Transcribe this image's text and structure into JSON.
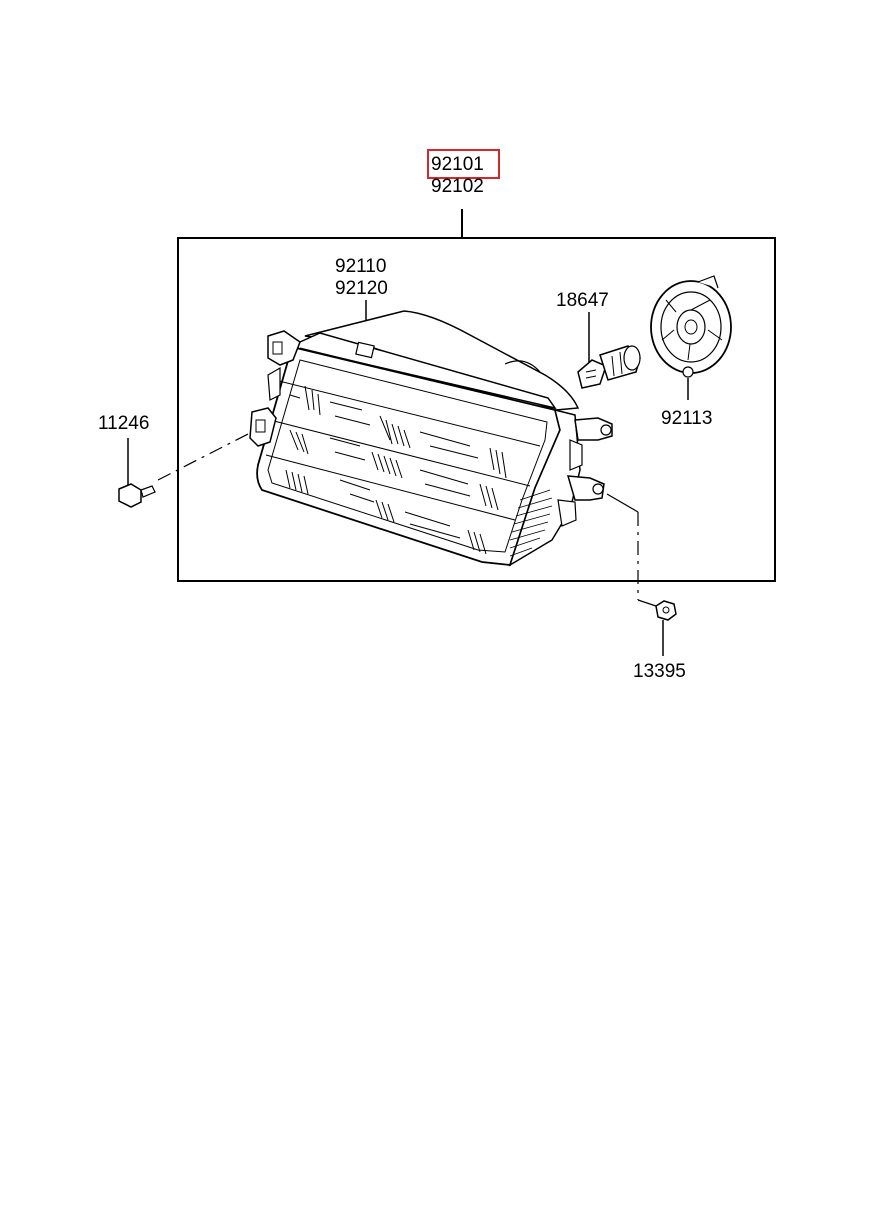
{
  "diagram": {
    "highlight_color": "#d9262b",
    "labels": {
      "assembly_top": "92101",
      "assembly_bottom": "92102",
      "lens_top": "92110",
      "lens_bottom": "92120",
      "bulb": "18647",
      "socket": "92113",
      "screw": "11246",
      "nut": "13395"
    }
  }
}
